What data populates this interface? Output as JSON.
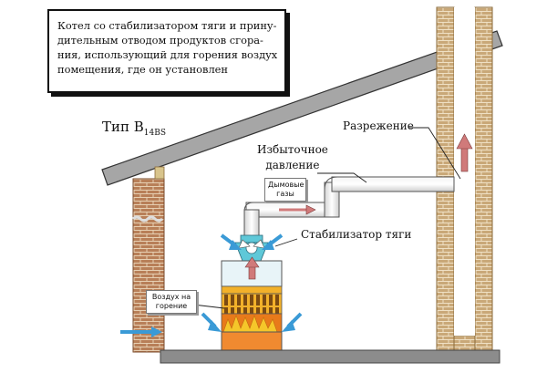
{
  "caption": {
    "lines": [
      "Котел со стабилизатором тяги и прину-",
      "дительным отводом продуктов сгора-",
      "ния, использующий для горения воздух",
      "помещения, где он установлен"
    ]
  },
  "type_label": {
    "prefix": "Тип B",
    "subscript": "14BS"
  },
  "labels": {
    "rarefaction": "Разрежение",
    "overpressure_line1": "Избыточное",
    "overpressure_line2": "давление",
    "flue_gases_line1": "Дымовые",
    "flue_gases_line2": "газы",
    "draft_stabilizer": "Стабилизатор тяги",
    "combustion_air_line1": "Воздух на",
    "combustion_air_line2": "горение"
  },
  "colors": {
    "brick": "#b87f58",
    "brick_mortar": "#e6cfb2",
    "chimney_brick": "#c9a878",
    "roof": "#a6a6a6",
    "floor": "#8c8c8c",
    "boiler_top": "#e8e0a0",
    "boiler_burner": "#e87a1a",
    "boiler_base": "#f08a30",
    "flame": "#f5c62a",
    "air_arrow": "#3a9ad6",
    "stabilizer": "#5fc8d8",
    "gas_arrow": "#d07a7a"
  }
}
